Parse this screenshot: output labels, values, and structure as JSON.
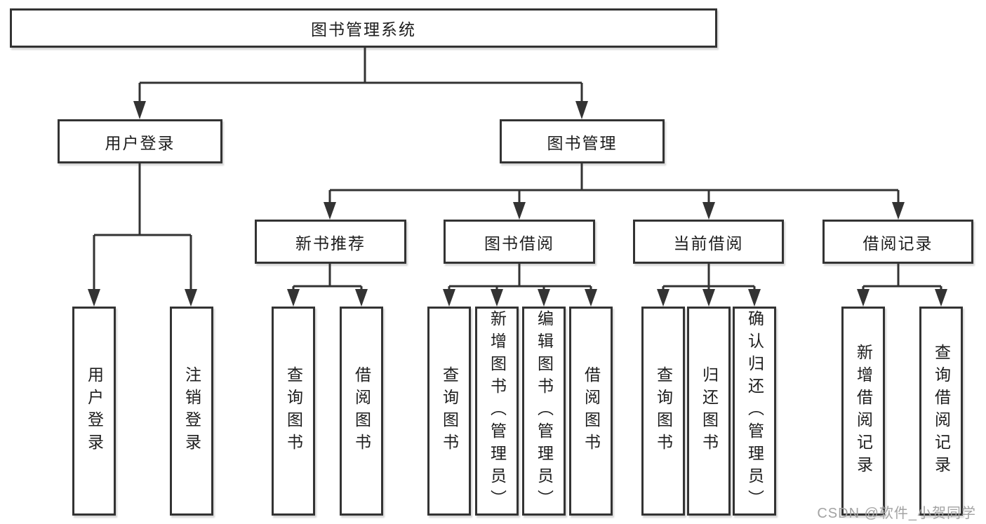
{
  "watermark": "CSDN @软件_小贺同学",
  "colors": {
    "line": "#333333",
    "box_border": "#333333",
    "text": "#1d1d1d",
    "watermark": "#a3a3a3",
    "background": "#ffffff"
  },
  "tree": {
    "label": "图书管理系统",
    "children": [
      {
        "label": "用户登录",
        "children": [
          {
            "label": "用户登录"
          },
          {
            "label": "注销登录"
          }
        ]
      },
      {
        "label": "图书管理",
        "children": [
          {
            "label": "新书推荐",
            "children": [
              {
                "label": "查询图书"
              },
              {
                "label": "借阅图书"
              }
            ]
          },
          {
            "label": "图书借阅",
            "children": [
              {
                "label": "查询图书"
              },
              {
                "label": "新增图书（管理员）"
              },
              {
                "label": "编辑图书（管理员）"
              },
              {
                "label": "借阅图书"
              }
            ]
          },
          {
            "label": "当前借阅",
            "children": [
              {
                "label": "查询图书"
              },
              {
                "label": "归还图书"
              },
              {
                "label": "确认归还（管理员）"
              }
            ]
          },
          {
            "label": "借阅记录",
            "children": [
              {
                "label": "新增借阅记录"
              },
              {
                "label": "查询借阅记录"
              }
            ]
          }
        ]
      }
    ]
  }
}
